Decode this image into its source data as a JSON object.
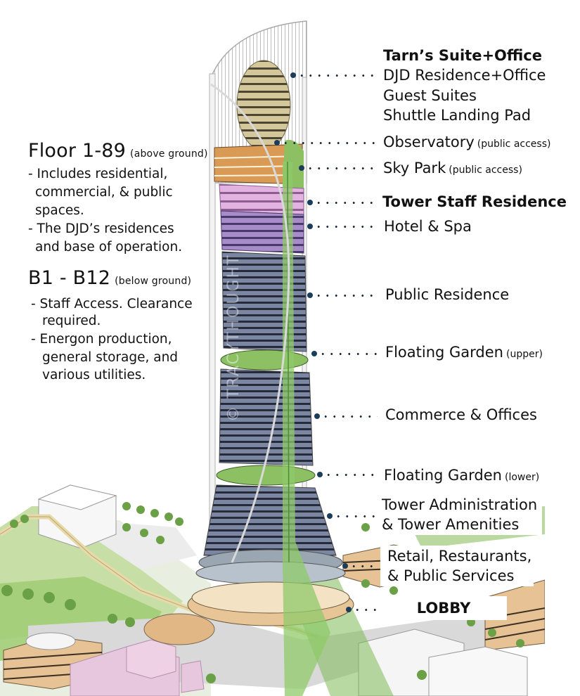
{
  "left_panel": {
    "above": {
      "title": "Floor 1-89",
      "qualifier": "(above ground)",
      "lines": [
        "- Includes residential,",
        "  commercial, & public",
        "  spaces.",
        "- The DJD’s residences",
        "  and base of operation."
      ]
    },
    "below": {
      "title": "B1 - B12",
      "qualifier": "(below ground)",
      "lines": [
        "- Staff Access. Clearance",
        "  required.",
        "- Energon production,",
        "  general storage, and",
        "  various utilities."
      ]
    }
  },
  "callouts": {
    "top_header": "Tarn’s Suite+Office",
    "top_lines": [
      "DJD Residence+Office",
      "Guest Suites",
      "Shuttle Landing Pad"
    ],
    "observatory": {
      "label": "Observatory",
      "note": "(public access)"
    },
    "sky_park": {
      "label": "Sky Park",
      "note": "(public access)"
    },
    "staff_residence": {
      "label": "Tower Staff Residence"
    },
    "hotel_spa": {
      "label": "Hotel & Spa"
    },
    "public_residence": {
      "label": "Public Residence"
    },
    "garden_upper": {
      "label": "Floating Garden",
      "note": "(upper)"
    },
    "commerce": {
      "label": "Commerce & Offices"
    },
    "garden_lower": {
      "label": "Floating Garden",
      "note": "(lower)"
    },
    "administration": {
      "lines": [
        "Tower Administration",
        "& Tower Amenities"
      ]
    },
    "retail": {
      "lines": [
        "Retail, Restaurants,",
        "& Public Services"
      ]
    },
    "lobby": {
      "label": "LOBBY"
    }
  },
  "watermark": "© TRACYTHOUGHT",
  "colors": {
    "leader_dot": "#1b3d5c",
    "tower_glass": "#5f6a86",
    "tower_band": "#2a2f3f",
    "garden_green": "#8cc063",
    "hotel_purple": "#9a7fc0",
    "staff_pink": "#d6a6d6",
    "dome_tan": "#cbbf93",
    "observatory_orange": "#d99a55"
  }
}
